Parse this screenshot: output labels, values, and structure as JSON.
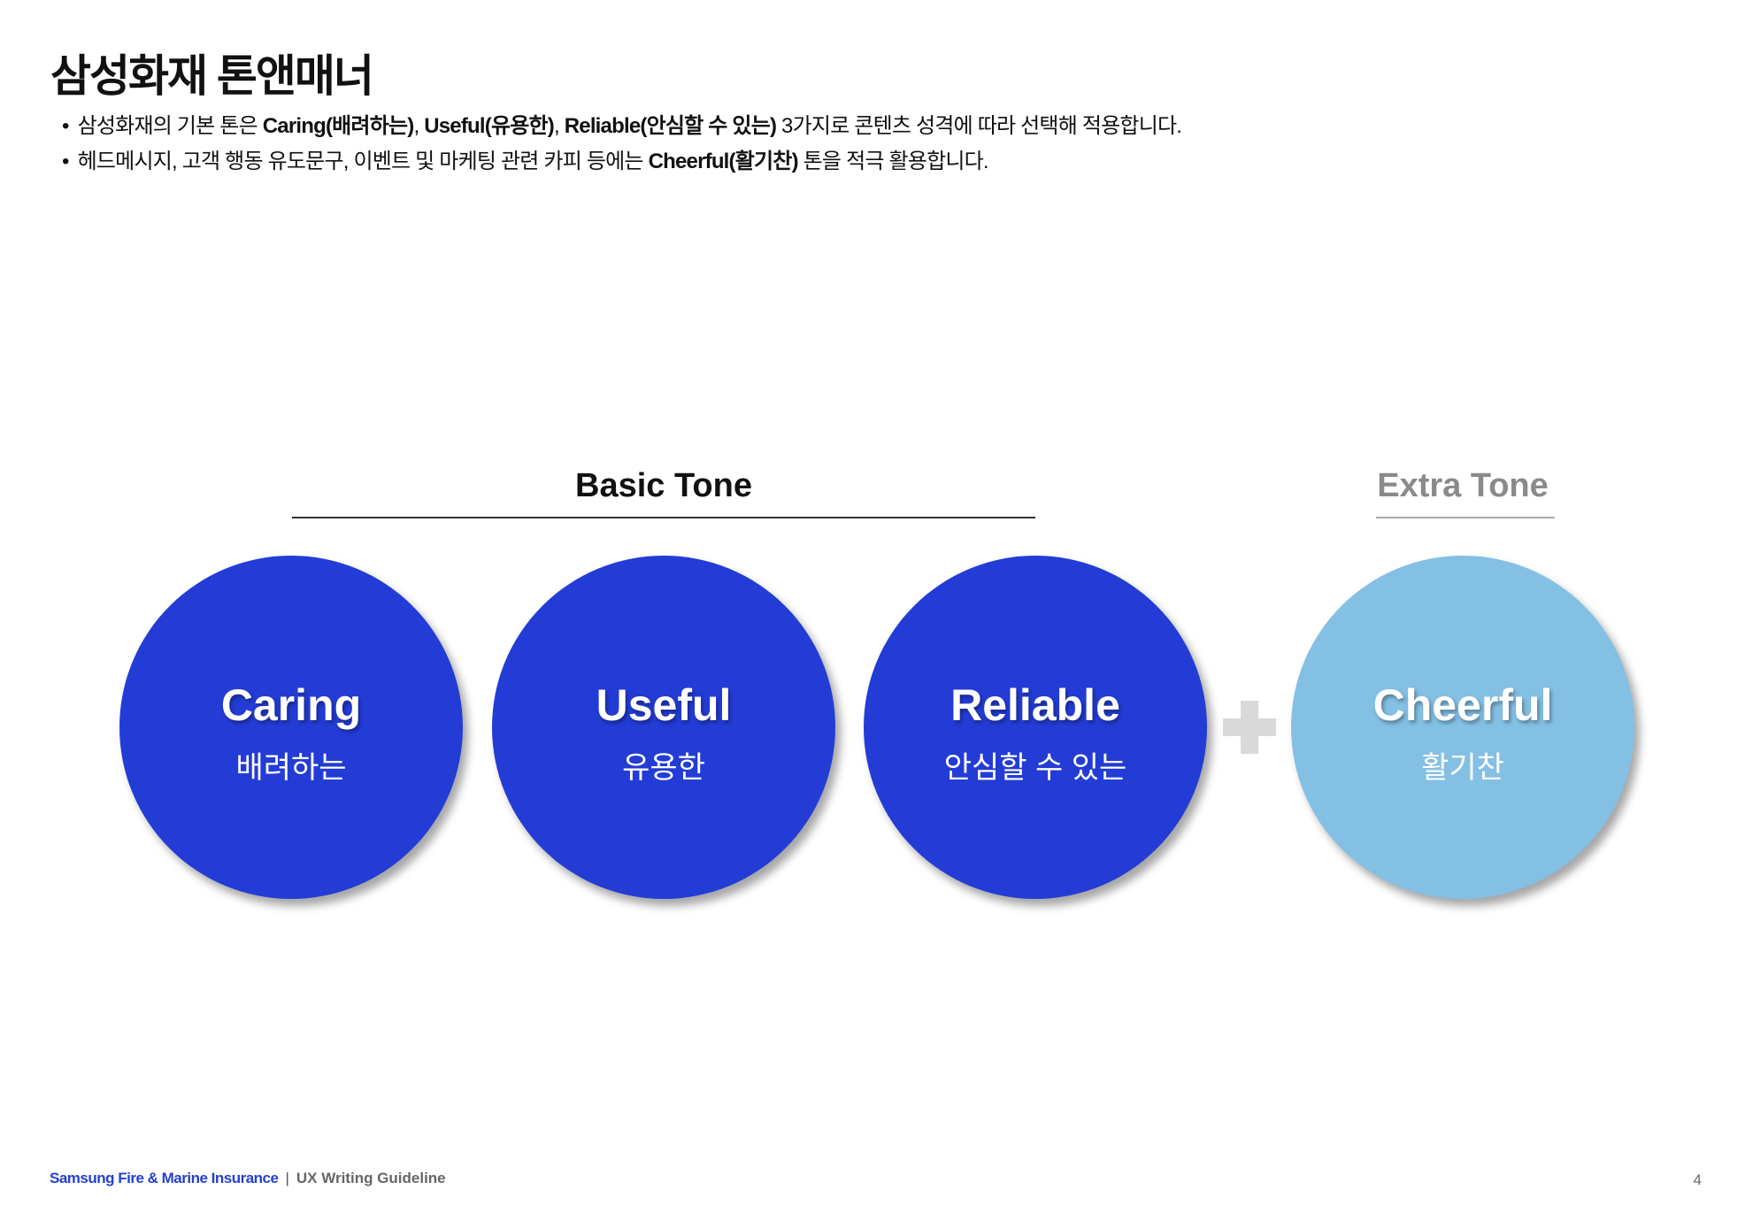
{
  "title": "삼성화재 톤앤매너",
  "bullets": [
    {
      "pre": "삼성화재의 기본 톤은 ",
      "b1": "Caring(배려하는)",
      "s1": ", ",
      "b2": "Useful(유용한)",
      "s2": ", ",
      "b3": "Reliable(안심할 수 있는)",
      "post": " 3가지로 콘텐츠 성격에 따라 선택해 적용합니다."
    },
    {
      "pre": "헤드메시지, 고객 행동 유도문구, 이벤트 및 마케팅 관련 카피 등에는 ",
      "b1": "Cheerful(활기찬)",
      "post": " 톤을 적극 활용합니다."
    }
  ],
  "basic_tone": "Basic Tone",
  "extra_tone": "Extra Tone",
  "tones": [
    {
      "en": "Caring",
      "ko": "배려하는"
    },
    {
      "en": "Useful",
      "ko": "유용한"
    },
    {
      "en": "Reliable",
      "ko": "안심할 수 있는"
    },
    {
      "en": "Cheerful",
      "ko": "활기찬"
    }
  ],
  "colors": {
    "basic": "#233cd6",
    "extra": "#84c0e4",
    "plus": "#d9d9d9"
  },
  "footer": {
    "brand": "Samsung Fire & Marine Insurance",
    "separator": "|",
    "guide": "UX Writing Guideline",
    "page": "4"
  }
}
